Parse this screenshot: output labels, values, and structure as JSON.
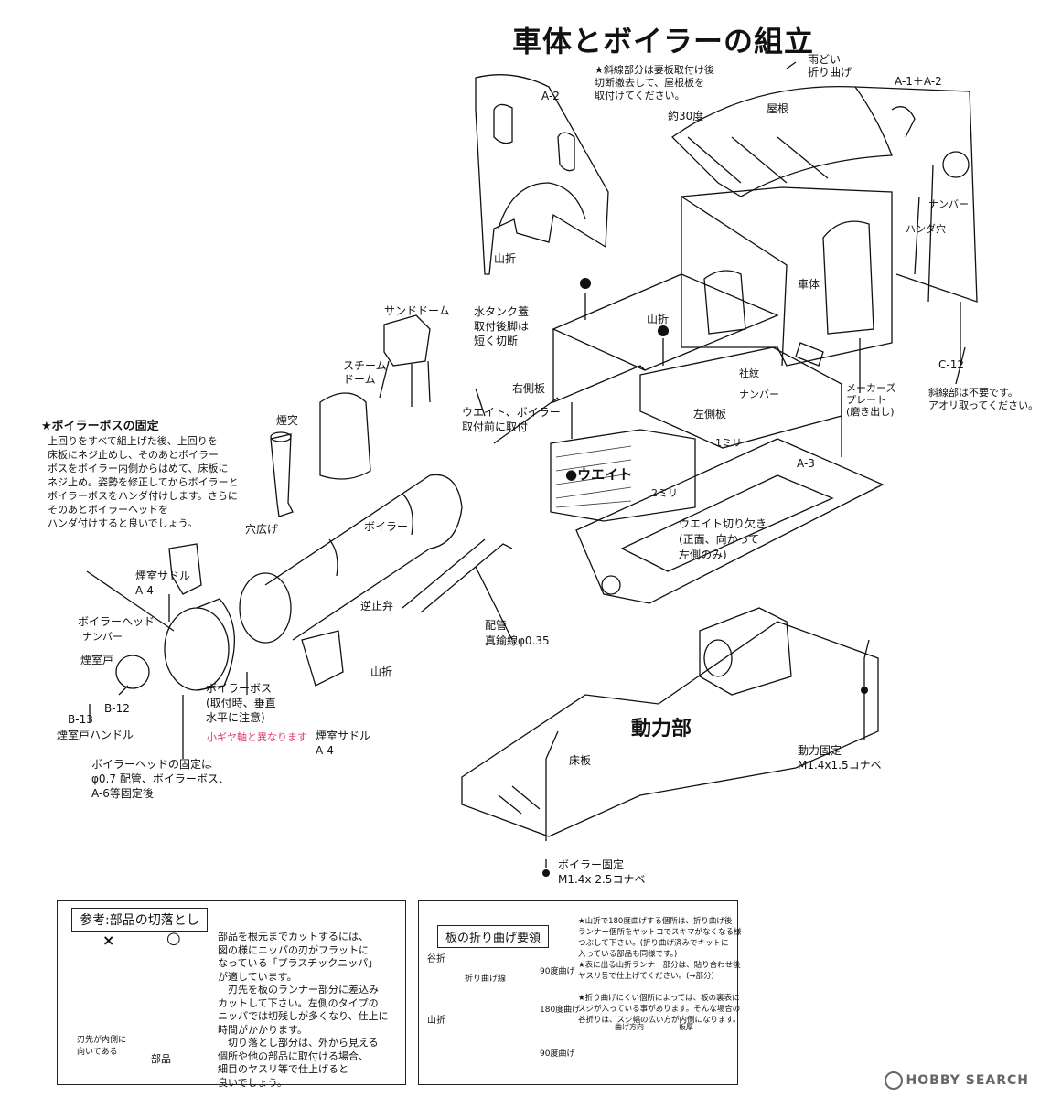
{
  "title": "車体とボイラーの組立",
  "labels": {
    "a2": "A-2",
    "slant_note": "★斜線部分は妻板取付け後\n切断撤去して、屋根板を\n取付けてください。",
    "amadoi": "雨どい\n折り曲げ",
    "a1a2": "A-1＋A-2",
    "approx30": "約30度",
    "roof": "屋根",
    "number": "ナンバー",
    "solder_hole": "ハンダ穴",
    "body": "車体",
    "yamaori1": "山折",
    "yamaori2": "山折",
    "yamaori3": "山折",
    "watertank": "水タンク蓋\n取付後脚は\n短く切断",
    "sanddome": "サンドドーム",
    "steamdome": "スチーム\nドーム",
    "right_side": "右側板",
    "left_side": "左側板",
    "shamon": "社紋",
    "number2": "ナンバー",
    "makers": "メーカーズ\nプレート\n(磨き出し)",
    "c12": "C-12",
    "slant_unneeded": "斜線部は不要です。\nアオリ取ってください。",
    "weight_note": "ウエイト、ボイラー\n取付前に取付",
    "weight": "●ウエイト",
    "one_mm": "1ミリ",
    "two_mm": "2ミリ",
    "a3": "A-3",
    "weight_notch": "ウエイト切り欠き\n(正面、向かって\n左側のみ)",
    "chimney": "煙突",
    "hole": "穴広げ",
    "boiler": "ボイラー",
    "checkvalve": "逆止弁",
    "piping": "配管\n真鍮線φ0.35",
    "saddle1": "煙室サドル\nA-4",
    "saddle2": "煙室サドル\nA-4",
    "boilerhead": "ボイラーヘッド",
    "number3": "ナンバー",
    "smokebox_door": "煙室戸",
    "b13": "B-13",
    "b12": "B-12",
    "door_handle": "煙室戸ハンドル",
    "boilerboss": "ボイラーボス\n(取付時、垂直\n水平に注意)",
    "gear_note": "小ギヤ軸と異なります",
    "head_fix": "ボイラーヘッドの固定は\nφ0.7 配管、ボイラーボス、\nA-6等固定後",
    "power": "動力部",
    "floor": "床板",
    "power_fix": "動力固定\nM1.4x1.5コナベ",
    "boiler_fix": "ボイラー固定\nM1.4x 2.5コナベ",
    "boss_title": "★ボイラーボスの固定",
    "boss_text": "上回りをすべて組上げた後、上回りを\n床板にネジ止めし、そのあとボイラー\nボスをボイラー内側からはめて、床板に\nネジ止め。姿勢を修正してからボイラーと\nボイラーボスをハンダ付けします。さらに\nそのあとボイラーヘッドを\nハンダ付けすると良いでしょう。"
  },
  "ref_box": {
    "heading": "参考:部品の切落とし",
    "mark_x": "×",
    "mark_o": "○",
    "blade_note": "刃先が内側に\n向いてある",
    "part": "部品",
    "text": "部品を根元までカットするには、\n図の様にニッパの刃がフラットに\nなっている「プラスチックニッパ」\nが適しています。\n　刃先を板のランナー部分に差込み\nカットして下さい。左側のタイプの\nニッパでは切残しが多くなり、仕上に\n時間がかかります。\n　切り落とし部分は、外から見える\n個所や他の部品に取付ける場合、\n細目のヤスリ等で仕上げると\n良いでしょう。"
  },
  "bend_box": {
    "heading": "板の折り曲げ要領",
    "valley": "谷折",
    "mountain": "山折",
    "bend_line": "折り曲げ線",
    "deg90a": "90度曲げ",
    "deg180": "180度曲げ",
    "deg90b": "90度曲げ",
    "bend_dir": "曲げ方向",
    "thickness": "板厚",
    "notes": "★山折で180度曲げする個所は、折り曲げ後\nランナー個所をヤットコでスキマがなくなる様\nつぶして下さい。(折り曲げ済みでキットに\n入っている部品も同様です。)\n★表に出る山折ランナー部分は、貼り合わせ後\nヤスリ등で仕上げてください。(→部分)\n\n★折り曲げにくい個所によっては、板の裏表に\nスジが入っている事があります。そんな場合の\n谷折りは、スジ幅の広い方が内側になります。"
  },
  "watermark": "HOBBY SEARCH"
}
